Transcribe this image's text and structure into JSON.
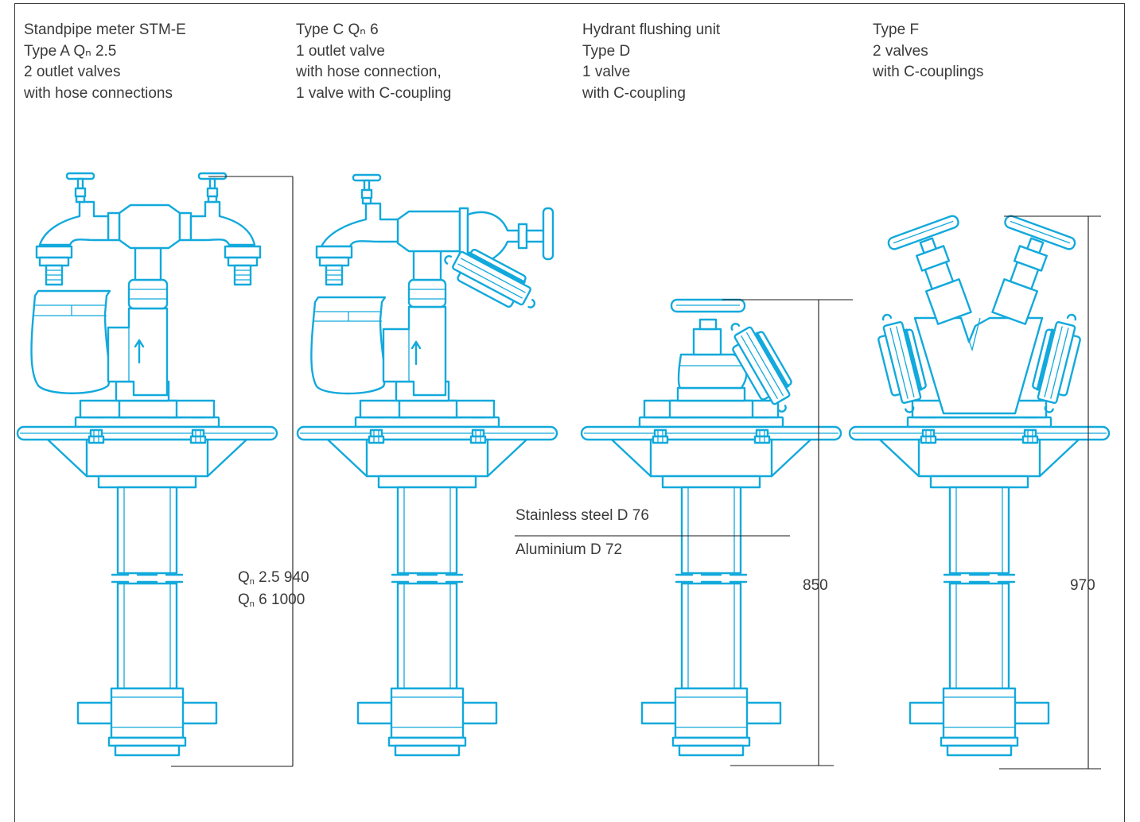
{
  "captions": [
    {
      "lines": [
        "Standpipe meter STM-E",
        "Type A   Qₙ 2.5",
        "2 outlet valves",
        "with hose connections"
      ]
    },
    {
      "lines": [
        "Type C    Qₙ 6",
        "1 outlet valve",
        "with hose connection,",
        "1 valve with C-coupling"
      ]
    },
    {
      "lines": [
        "Hydrant flushing unit",
        "Type D",
        "1 valve",
        "with C-coupling"
      ]
    },
    {
      "lines": [
        "Type F",
        "2 valves",
        "with C-couplings"
      ]
    }
  ],
  "dimensions": {
    "typeA": {
      "line1_q": "Q",
      "line1_sub": "n",
      "line1_rest": " 2.5  940",
      "line2_q": "Q",
      "line2_sub": "n",
      "line2_rest": " 6   1000"
    },
    "typeD": "850",
    "typeF": "970"
  },
  "materials": {
    "upper": "Stainless steel D 76",
    "lower": "Aluminium D 72"
  },
  "colors": {
    "drawing": "#12a9dc",
    "text": "#3a3a3a",
    "dimension_line": "#1a1a1a"
  }
}
